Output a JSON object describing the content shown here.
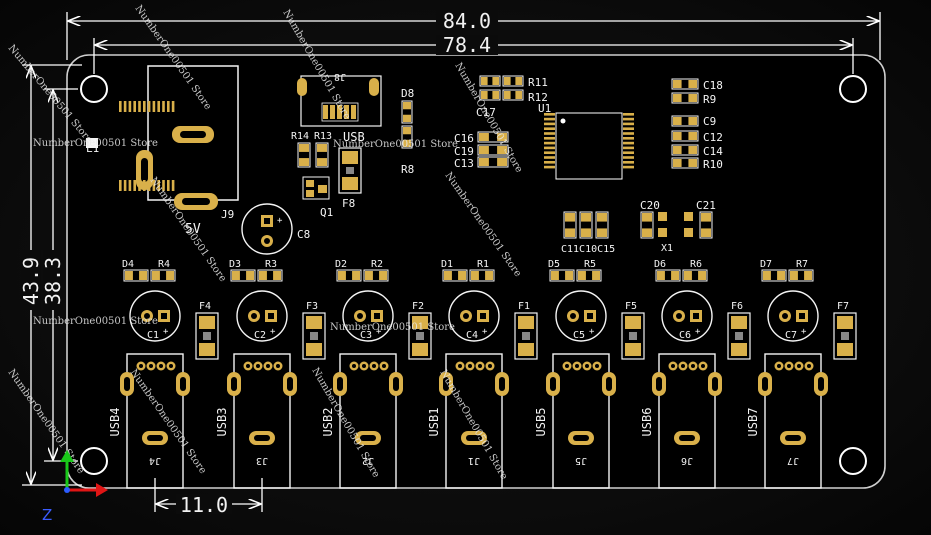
{
  "dimensions": {
    "board_width": "84.0",
    "hole_pitch_x": "78.4",
    "board_height": "43.9",
    "hole_pitch_y": "38.3",
    "usb_pitch": "11.0"
  },
  "connectors": {
    "power_jack": "J9",
    "power_label": "5V",
    "usb_header": "J8",
    "usb_header_label": "USB",
    "ports": [
      {
        "usb": "USB4",
        "jack": "J4",
        "cap": "C1",
        "fuse": "F4",
        "led": "D4",
        "res": "R4"
      },
      {
        "usb": "USB3",
        "jack": "J3",
        "cap": "C2",
        "fuse": "F3",
        "led": "D3",
        "res": "R3"
      },
      {
        "usb": "USB2",
        "jack": "J2",
        "cap": "C3",
        "fuse": "F2",
        "led": "D2",
        "res": "R2"
      },
      {
        "usb": "USB1",
        "jack": "J1",
        "cap": "C4",
        "fuse": "F1",
        "led": "D1",
        "res": "R1"
      },
      {
        "usb": "USB5",
        "jack": "J5",
        "cap": "C5",
        "fuse": "F5",
        "led": "D5",
        "res": "R5"
      },
      {
        "usb": "USB6",
        "jack": "J6",
        "cap": "C6",
        "fuse": "F6",
        "led": "D6",
        "res": "R6"
      },
      {
        "usb": "USB7",
        "jack": "J7",
        "cap": "C7",
        "fuse": "F7",
        "led": "D7",
        "res": "R7"
      }
    ]
  },
  "labels": {
    "u1": "U1",
    "r11": "R11",
    "r12": "R12",
    "c17": "C17",
    "c18": "C18",
    "r9": "R9",
    "c9": "C9",
    "c12": "C12",
    "c14": "C14",
    "r10": "R10",
    "c16": "C16",
    "c19": "C19",
    "c13": "C13",
    "d8": "D8",
    "r8": "R8",
    "r14": "R14",
    "r13": "R13",
    "f8": "F8",
    "q1": "Q1",
    "c8": "C8",
    "c20": "C20",
    "c21": "C21",
    "x1": "X1",
    "c11c10c15": "C11C10C15",
    "l1": "L1"
  },
  "watermark": "NumberOne00501 Store",
  "axis": {
    "z_label": "Z"
  },
  "colors": {
    "board": "#000000",
    "silk": "#f4f4f4",
    "pad": "#d9b04a",
    "dim_line": "#ffffff"
  }
}
